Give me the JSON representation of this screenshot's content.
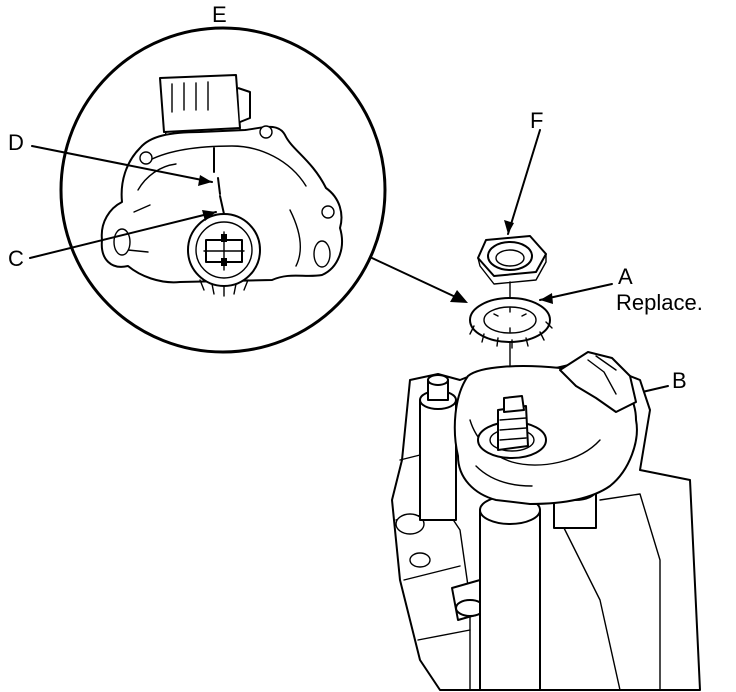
{
  "callouts": {
    "a": "A",
    "b": "B",
    "c": "C",
    "d": "D",
    "e": "E",
    "f": "F"
  },
  "notes": {
    "a_note": "Replace."
  },
  "colors": {
    "line": "#000000",
    "background": "#ffffff"
  }
}
